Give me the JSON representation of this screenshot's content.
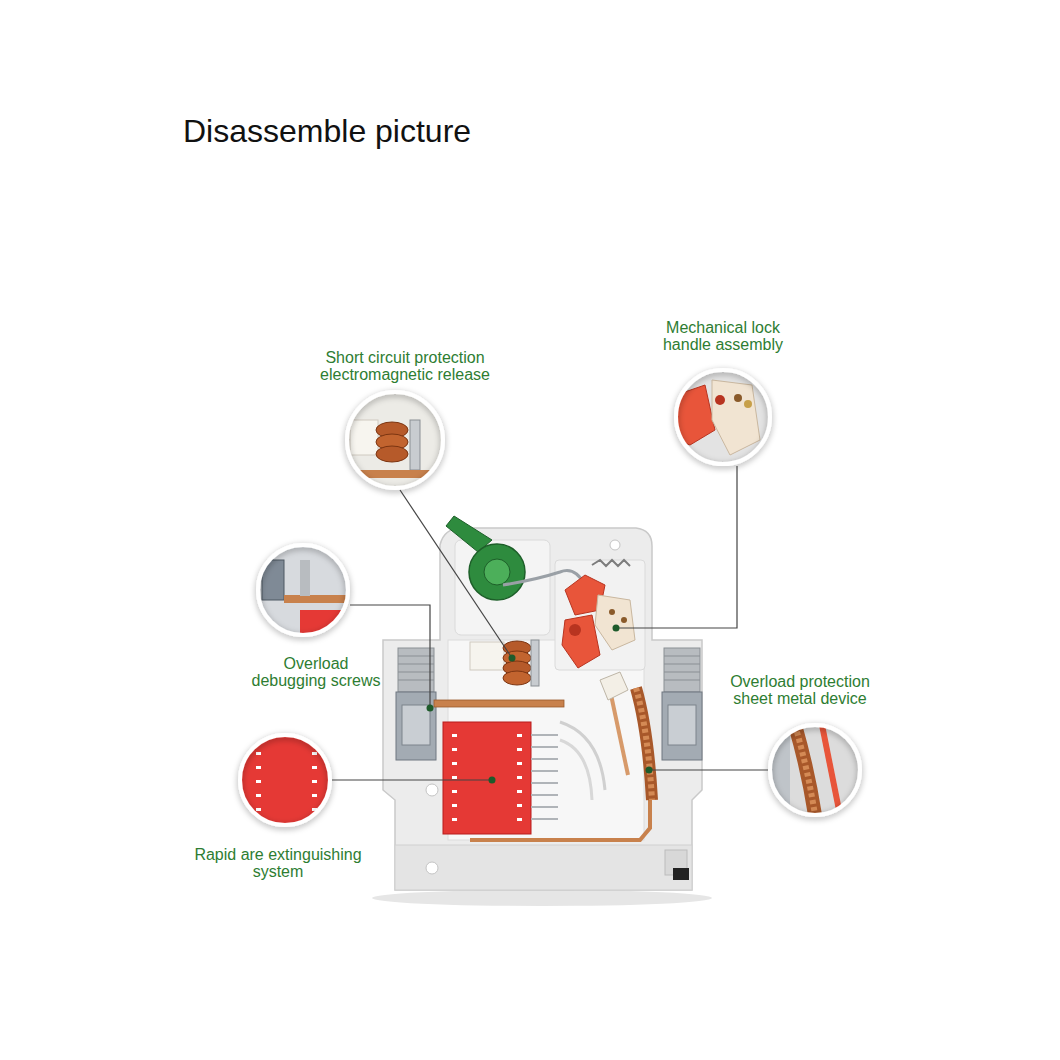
{
  "diagram": {
    "title": "Disassemble picture",
    "labels": [
      "Mechanical lock handle assembly",
      "Short circuit protection electromagnetic release",
      "Overload debugging screws",
      "Overload protection sheet metal device",
      "Rapid are extinguishing system"
    ]
  }
}
